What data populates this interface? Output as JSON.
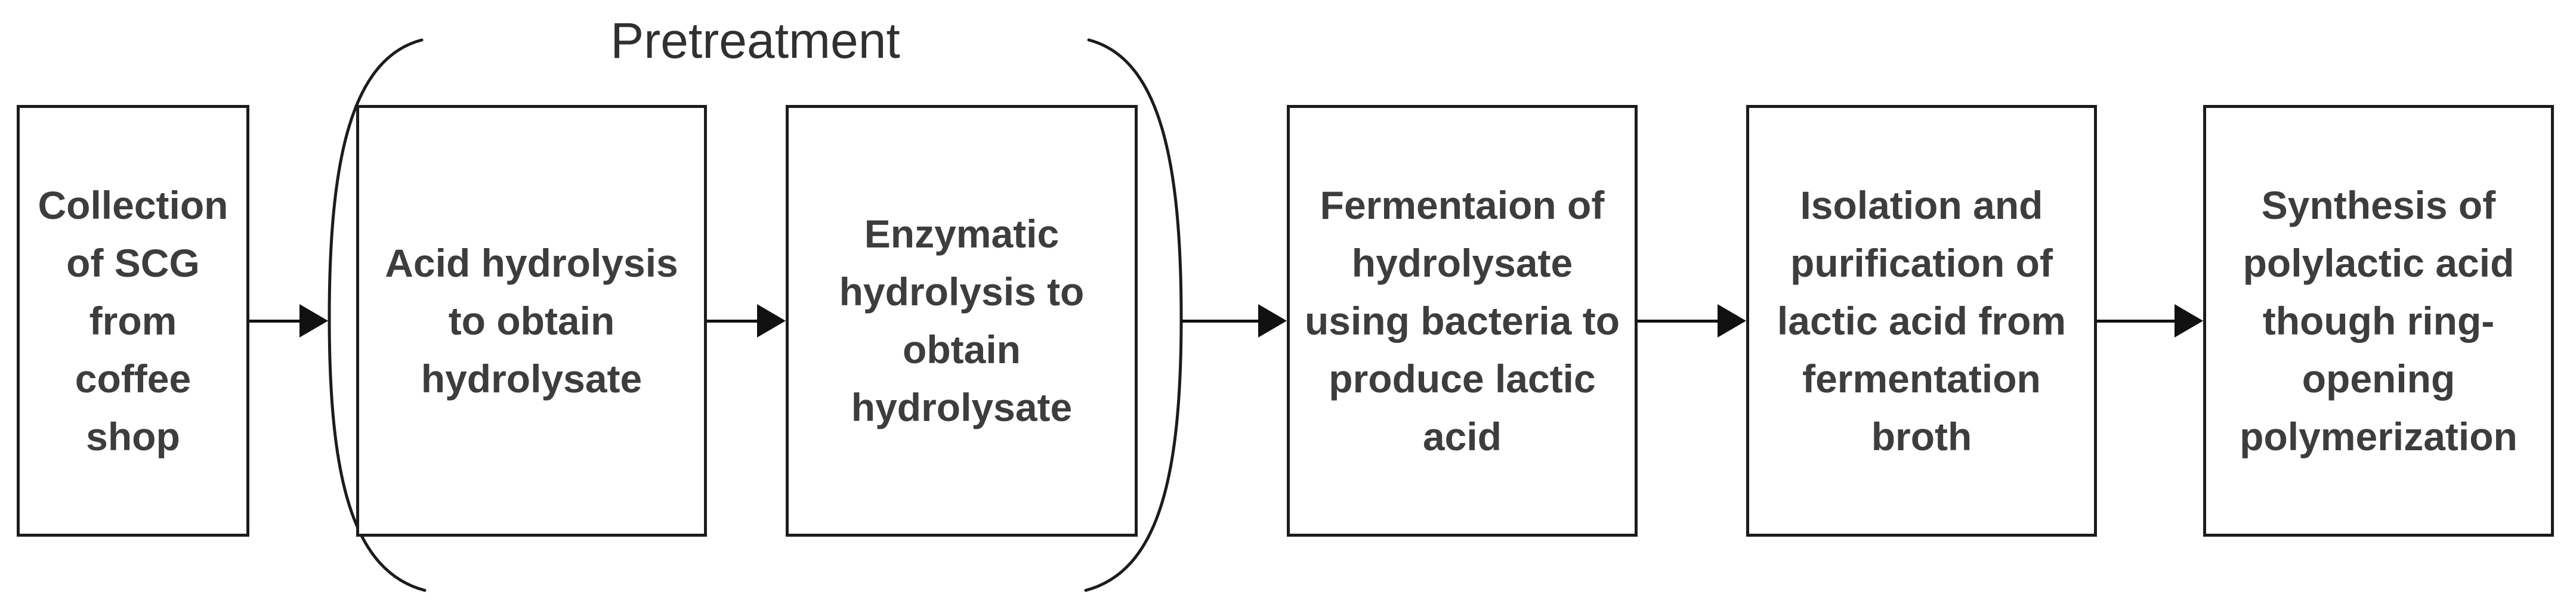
{
  "diagram": {
    "group_label": "Pretreatment",
    "steps": [
      {
        "id": "collection",
        "label": "Collection\nof SCG\nfrom\ncoffee\nshop"
      },
      {
        "id": "acid-hydrolysis",
        "label": "Acid hydrolysis\nto obtain\nhydrolysate",
        "group": "Pretreatment"
      },
      {
        "id": "enzymatic-hydrolysis",
        "label": "Enzymatic\nhydrolysis to\nobtain\nhydrolysate",
        "group": "Pretreatment"
      },
      {
        "id": "fermentation",
        "label": "Fermentaion of\nhydrolysate\nusing bacteria to\nproduce lactic\nacid"
      },
      {
        "id": "isolation",
        "label": "Isolation and\npurification of\nlactic acid from\nfermentation\nbroth"
      },
      {
        "id": "synthesis",
        "label": "Synthesis of\npolylactic acid\nthough ring-\nopening\npolymerization"
      }
    ],
    "colors": {
      "background": "#ffffff",
      "box_border": "#1c1c1c",
      "text": "#3d3d3d",
      "arrow": "#111111",
      "bracket": "#1c1c1c"
    }
  }
}
